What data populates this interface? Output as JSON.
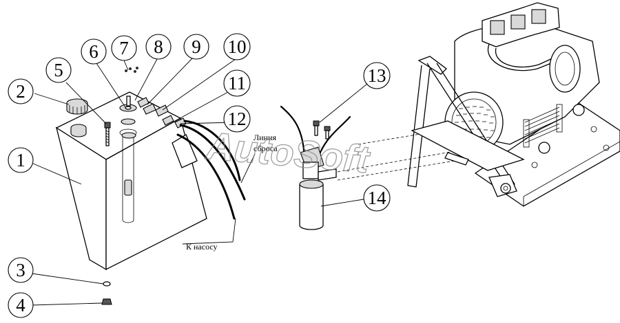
{
  "callouts": [
    {
      "id": "1",
      "label": "1"
    },
    {
      "id": "2",
      "label": "2"
    },
    {
      "id": "3",
      "label": "3"
    },
    {
      "id": "4",
      "label": "4"
    },
    {
      "id": "5",
      "label": "5"
    },
    {
      "id": "6",
      "label": "6"
    },
    {
      "id": "7",
      "label": "7"
    },
    {
      "id": "8",
      "label": "8"
    },
    {
      "id": "9",
      "label": "9"
    },
    {
      "id": "10",
      "label": "10"
    },
    {
      "id": "11",
      "label": "11"
    },
    {
      "id": "12",
      "label": "12"
    },
    {
      "id": "13",
      "label": "13"
    },
    {
      "id": "14",
      "label": "14"
    }
  ],
  "captions": {
    "drain_line_1": "Линия",
    "drain_line_2": "сброса",
    "to_pump": "К насосу"
  },
  "watermark": "AutoSoft"
}
